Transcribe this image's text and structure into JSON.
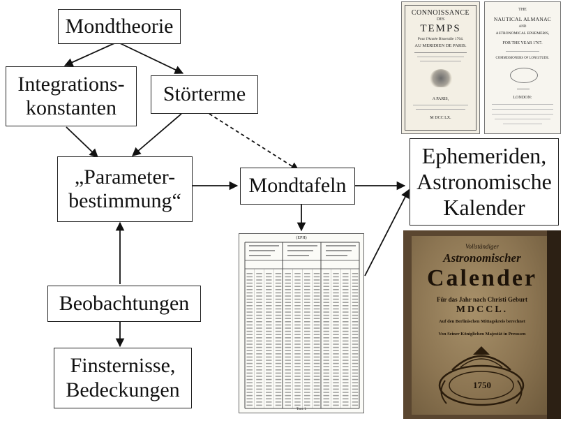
{
  "nodes": {
    "mondtheorie": "Mondtheorie",
    "integrationskonstanten": [
      "Integrations-",
      "konstanten"
    ],
    "stoerterme": "Störterme",
    "parameterbestimmung": [
      "„Parameter-",
      "bestimmung“"
    ],
    "mondtafeln": "Mondtafeln",
    "ephemeriden": [
      "Ephemeriden,",
      "Astronomische",
      "Kalender"
    ],
    "beobachtungen": "Beobachtungen",
    "finsternisse": [
      "Finsternisse,",
      "Bedeckungen"
    ]
  },
  "images": {
    "connoissance": {
      "title1": "CONNOISSANCE",
      "title2": "DES",
      "title3": "TEMPS",
      "line1": "Pour l'Année Bissextile 1764.",
      "line2": "AU MERIDIEN DE PARIS.",
      "place": "A PARIS,",
      "year": "M DCC LX."
    },
    "nautical": {
      "line1": "THE",
      "title": "NAUTICAL ALMANAC",
      "line2": "AND",
      "line3": "ASTRONOMICAL EPHEMERIS,",
      "line4": "FOR THE YEAR 1767.",
      "line5": "COMMISSIONERS OF LONGITUDE.",
      "place": "LONDON:"
    },
    "table": {
      "header": "(EPH)",
      "footer": "Tom. I."
    },
    "kalender": {
      "line1": "Vollständiger",
      "line2": "Astronomischer",
      "line3": "Calender",
      "line4": "Für das Jahr nach Christi Geburt",
      "line5": "MDCCL.",
      "line6": "Auf den Berlinischen Mittagskreis berechnet",
      "line7": "Von Seiner Königlichen Majestät in Preussen",
      "emblem_year": "1750"
    }
  },
  "colors": {
    "line": "#111111",
    "kalender_background": "#5a4630",
    "kalender_text": "#1c1208"
  }
}
